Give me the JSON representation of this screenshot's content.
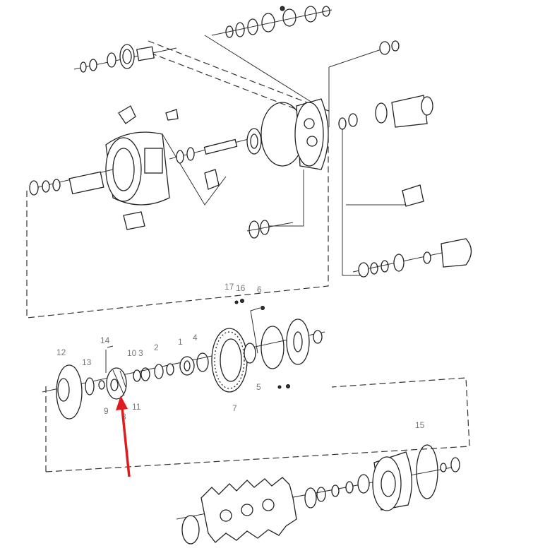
{
  "diagram": {
    "type": "exploded-parts-view",
    "part_labels": {
      "p1": "1",
      "p2": "2",
      "p3": "3",
      "p4": "4",
      "p5": "5",
      "p6": "6",
      "p7": "7",
      "p8": "8",
      "p9": "9",
      "p10": "10",
      "p11": "11",
      "p12": "12",
      "p13": "13",
      "p14": "14",
      "p15": "15",
      "p16": "16",
      "p17": "17"
    },
    "highlight_color": "#e01b1b",
    "highlighted_part": "8"
  }
}
